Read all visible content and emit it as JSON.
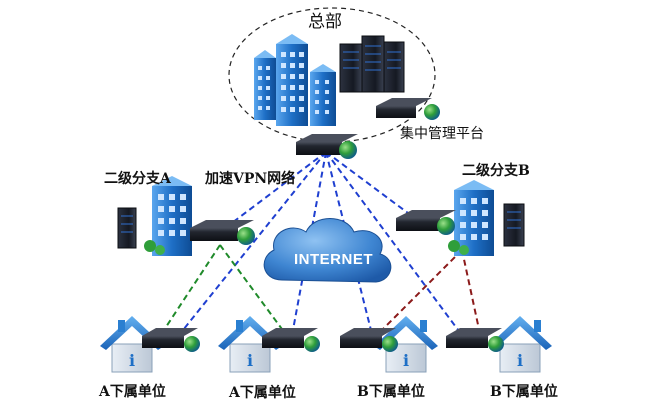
{
  "labels": {
    "hq": "总部",
    "mgmt": "集中管理平台",
    "branch_a": "二级分支A",
    "branch_b": "二级分支B",
    "vpn": "加速VPN网络",
    "internet": "INTERNET",
    "sub_a1": "A下属单位",
    "sub_a2": "A下属单位",
    "sub_b1": "B下属单位",
    "sub_b2": "B下属单位"
  },
  "colors": {
    "hq_links": "#1f3fd0",
    "branch_a_links": "#1f8a2a",
    "branch_b_links": "#8b1a1a",
    "cloud_fill": "#4a8fd6",
    "building_blue": "#1e6fc6",
    "router_dark": "#1c1f26",
    "house_roof": "#2a7fd1"
  }
}
